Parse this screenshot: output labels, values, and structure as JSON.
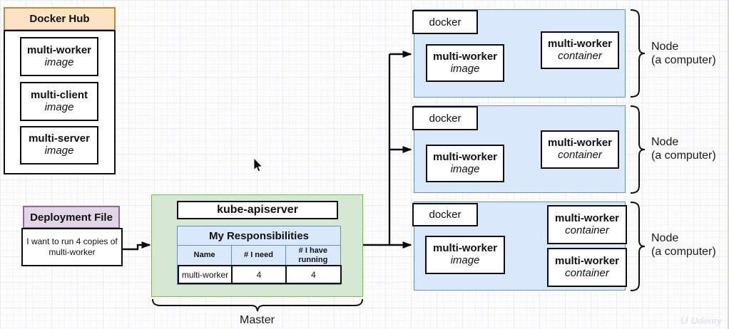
{
  "docker_hub": {
    "title": "Docker Hub",
    "images": [
      {
        "name": "multi-worker",
        "type": "image"
      },
      {
        "name": "multi-client",
        "type": "image"
      },
      {
        "name": "multi-server",
        "type": "image"
      }
    ]
  },
  "deployment_file": {
    "title": "Deployment File",
    "body": "I want to run 4 copies of multi-worker"
  },
  "master": {
    "label": "Master",
    "api_server_label": "kube-apiserver",
    "table": {
      "title": "My Responsibilities",
      "columns": [
        "Name",
        "# I need",
        "# I have running"
      ],
      "rows": [
        [
          "multi-worker",
          "4",
          "4"
        ]
      ]
    }
  },
  "nodes": [
    {
      "docker_label": "docker",
      "image_name": "multi-worker",
      "image_type": "image",
      "containers": [
        {
          "name": "multi-worker",
          "type": "container"
        }
      ],
      "label_line1": "Node",
      "label_line2": "(a computer)"
    },
    {
      "docker_label": "docker",
      "image_name": "multi-worker",
      "image_type": "image",
      "containers": [
        {
          "name": "multi-worker",
          "type": "container"
        }
      ],
      "label_line1": "Node",
      "label_line2": "(a computer)"
    },
    {
      "docker_label": "docker",
      "image_name": "multi-worker",
      "image_type": "image",
      "containers": [
        {
          "name": "multi-worker",
          "type": "container"
        },
        {
          "name": "multi-worker",
          "type": "container"
        }
      ],
      "label_line1": "Node",
      "label_line2": "(a computer)"
    }
  ],
  "watermark": "Udemy",
  "colors": {
    "node_fill": "#dae8fc",
    "node_border": "#6c8ebf",
    "master_fill": "#d5e8d4",
    "master_border": "#82b366",
    "docker_hub_header_fill": "#fbe3c4",
    "docker_hub_header_border": "#c08a3e",
    "deployment_header_fill": "#e1d5e7",
    "deployment_header_border": "#8a6a9a",
    "table_header_fill": "#dae8fc",
    "box_border": "#0d0d0d"
  }
}
